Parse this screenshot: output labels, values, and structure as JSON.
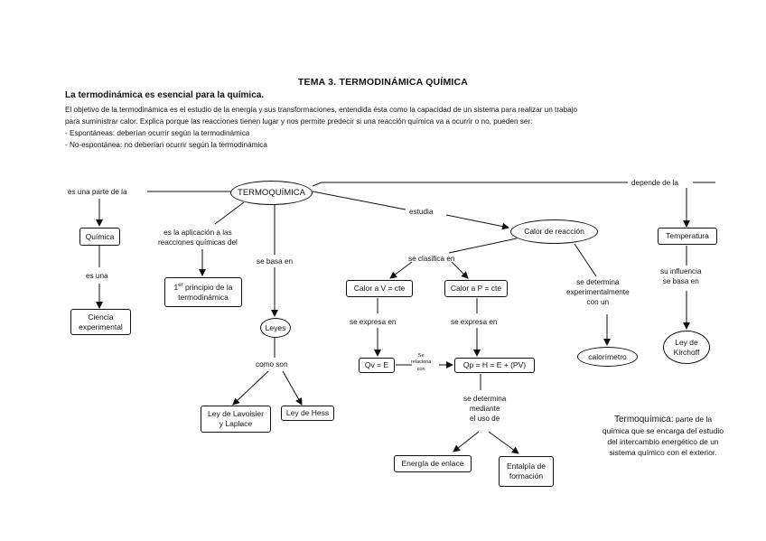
{
  "header": {
    "title": "TEMA 3. TERMODINÁMICA QUÍMICA",
    "subtitle": "La termodinámica es esencial para la química.",
    "intro_lines": [
      "El objetivo de la termodinámica es el estudio de la energía y sus transformaciones, entendida ésta como la capacidad de un sistema para realizar un trabajo",
      "para suministrar calor. Explica porque las reacciones tienen lugar y nos permite predecir si una reacción química va a ocurrir o no, pueden ser:",
      "- Espontáneas: deberían ocurrir según la termodinámica",
      "- No-espontánea: no deberían ocurrir según la termodinámica"
    ]
  },
  "nodes": {
    "termoquimica": "TERMOQUÍMICA",
    "quimica": "Química",
    "ciencia": "Ciencia\nexperimental",
    "principio": "1er principio de la\ntermodinámica",
    "principio_sup": "er",
    "leyes": "Leyes",
    "lavoisier": "Ley de Lavoisier\ny Laplace",
    "hess": "Ley de Hess",
    "calor_reaccion": "Calor de reacción",
    "calor_v": "Calor a V = cte",
    "calor_p": "Calor a P = cte",
    "qv": "Qv = E",
    "qp": "Qp = H = E + (PV)",
    "energia_enlace": "Energía de enlace",
    "entalpia": "Entalpía de\nformación",
    "calorimetro": "calorímetro",
    "temperatura": "Temperatura",
    "kirchoff": "Ley de\nKirchoff"
  },
  "links": {
    "es_parte": "es una parte de la",
    "es_una": "es una",
    "aplicacion": "es la aplicación a las\nreacciones químicas del",
    "se_basa": "se basa en",
    "como_son": "como son",
    "estudia": "estudia",
    "se_clasifica": "se clasifica en",
    "expresa_v": "se expresa en",
    "expresa_p": "se expresa en",
    "relaciona": "Se\nrelaciona\ncon",
    "mediante": "se determina\nmediante\nel uso de",
    "experimental": "se determina\nexperimentalmente\ncon un",
    "depende": "depende de la",
    "influencia": "su influencia\nse basa en"
  },
  "definition": {
    "term": "Termoquímica:",
    "text": "parte de la química que se encarga del estudio del intercambio energético de un sistema químico con el exterior."
  }
}
